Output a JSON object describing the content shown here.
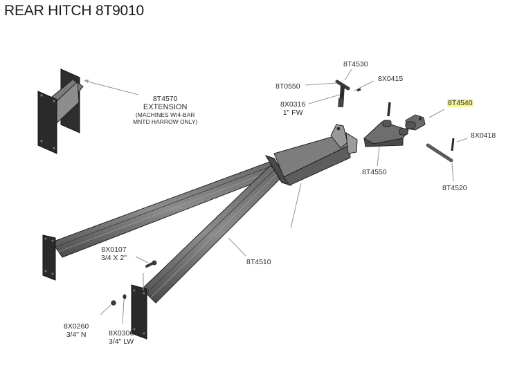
{
  "title": "REAR HITCH 8T9010",
  "colors": {
    "highlight": "#f4f49a",
    "part_dark": "#3a3a3a",
    "part_mid": "#5a5a5a",
    "part_light": "#8a8a8a",
    "leader": "#9a9a9a"
  },
  "parts": [
    {
      "id": "8T4570",
      "lines": [
        "8T4570",
        "EXTENSION",
        "(MACHINES W/4-BAR",
        "MNTD HARROW ONLY)"
      ]
    },
    {
      "id": "8T4530",
      "lines": [
        "8T4530"
      ]
    },
    {
      "id": "8X0415",
      "lines": [
        "8X0415"
      ]
    },
    {
      "id": "8T0550",
      "lines": [
        "8T0550"
      ]
    },
    {
      "id": "8X0316",
      "lines": [
        "8X0316",
        "1\" FW"
      ]
    },
    {
      "id": "8T4540",
      "lines": [
        "8T4540"
      ],
      "highlighted": true
    },
    {
      "id": "8X0418",
      "lines": [
        "8X0418"
      ]
    },
    {
      "id": "8T4550",
      "lines": [
        "8T4550"
      ]
    },
    {
      "id": "8T4520",
      "lines": [
        "8T4520"
      ]
    },
    {
      "id": "8X0107",
      "lines": [
        "8X0107",
        "3/4 X 2\""
      ]
    },
    {
      "id": "8T4510",
      "lines": [
        "8T4510"
      ]
    },
    {
      "id": "8X0260",
      "lines": [
        "8X0260",
        "3/4\" N"
      ]
    },
    {
      "id": "8X0306",
      "lines": [
        "8X0306",
        "3/4\" LW"
      ]
    }
  ]
}
